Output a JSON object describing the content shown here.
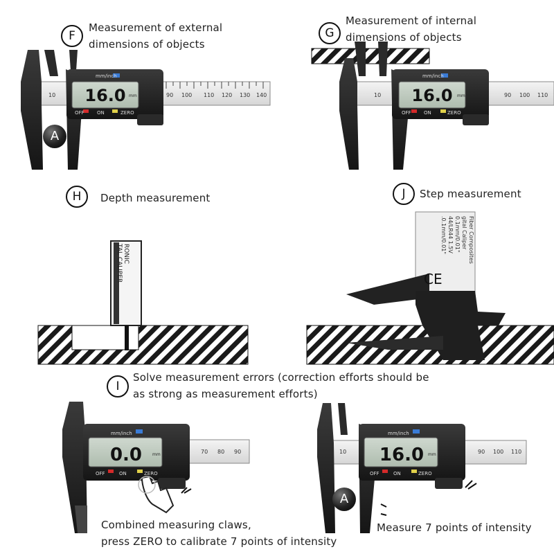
{
  "sections": {
    "F": {
      "badge": "F",
      "line1": "Measurement of external",
      "line2": "dimensions of objects"
    },
    "G": {
      "badge": "G",
      "line1": "Measurement of internal",
      "line2": "dimensions of objects"
    },
    "H": {
      "badge": "H",
      "line1": "Depth measurement"
    },
    "J": {
      "badge": "J",
      "line1": "Step measurement"
    },
    "I": {
      "badge": "I",
      "line1": "Solve measurement errors (correction efforts should be",
      "line2": "as strong as measurement efforts)"
    }
  },
  "bottom": {
    "left_caption_1": "Combined measuring claws,",
    "left_caption_2": "press ZERO to calibrate 7 points of intensity",
    "right_caption": "Measure 7 points of intensity"
  },
  "markers": {
    "a1": "A",
    "a2": "A"
  },
  "caliper": {
    "unit_label": "mm/inch",
    "mm": "mm",
    "off": "OFF",
    "on": "ON",
    "zero": "ZERO",
    "reading_main": "16.0",
    "reading_zero": "0.0",
    "scale_top": [
      "90",
      "100",
      "110",
      "120",
      "130",
      "140"
    ],
    "scale_small": [
      "10"
    ],
    "scale_zero_view": [
      "70",
      "80",
      "90"
    ],
    "scale_right_view": [
      "90",
      "100",
      "110"
    ]
  },
  "depth_card": {
    "line1": "RONIC",
    "line2": "TAL CALIPER"
  },
  "step_card": {
    "lines": [
      "Fiber Composites",
      "gital Caliper",
      "0.1mm/0.01\"",
      "44/LR44 1.5V",
      ".0.1mm/0.01\""
    ],
    "ce": "CE"
  }
}
